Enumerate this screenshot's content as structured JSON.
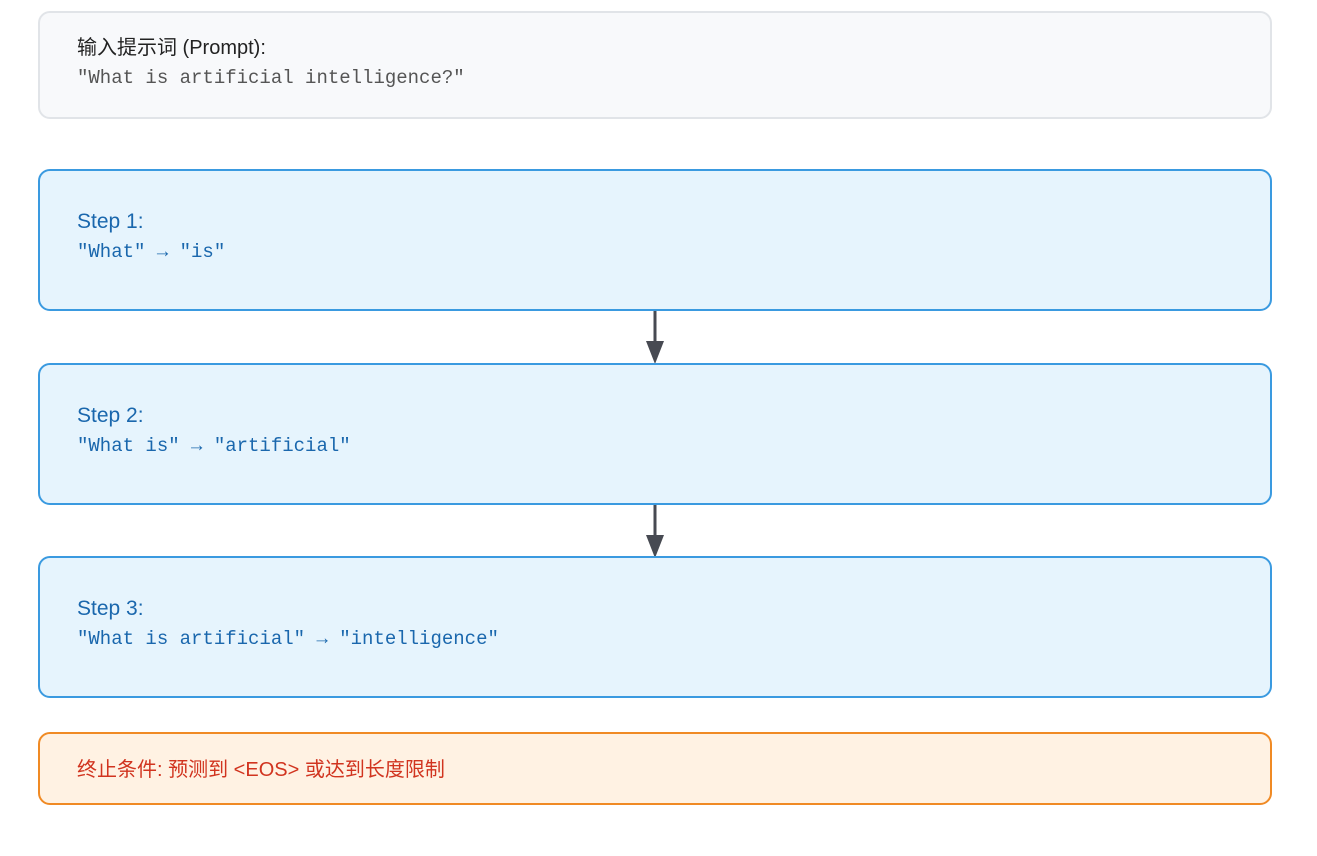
{
  "prompt": {
    "label": "输入提示词 (Prompt):",
    "text": "\"What is artificial intelligence?\""
  },
  "steps": [
    {
      "label": "Step 1:",
      "text": "\"What\" → \"is\""
    },
    {
      "label": "Step 2:",
      "text": "\"What is\" → \"artificial\""
    },
    {
      "label": "Step 3:",
      "text": "\"What is artificial\" → \"intelligence\""
    }
  ],
  "stop_condition": "终止条件: 预测到 <EOS> 或达到长度限制",
  "colors": {
    "prompt_border": "#e1e4e8",
    "step_border": "#3a9ae0",
    "step_fill": "#e6f4fd",
    "step_text": "#1a67ad",
    "stop_border": "#f08a24",
    "stop_fill": "#fff2e3",
    "stop_text": "#d1341f",
    "arrow": "#474a52"
  },
  "icons": {
    "connector": "arrow-down-icon"
  }
}
